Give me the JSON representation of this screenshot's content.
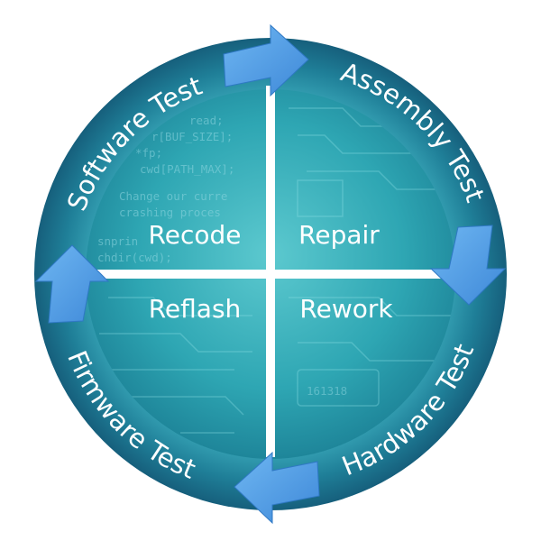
{
  "ring_labels": {
    "top_left": "Software Test",
    "top_right": "Assembly Test",
    "bottom_right": "Hardware Test",
    "bottom_left": "Firmware Test"
  },
  "quadrant_labels": {
    "top_left": "Recode",
    "top_right": "Repair",
    "bottom_left": "Reflash",
    "bottom_right": "Rework"
  },
  "code_lines": [
    "read;",
    "r[BUF_SIZE];",
    "*fp;",
    "cwd[PATH_MAX];",
    "Change our curre",
    "crashing proces",
    "snprin",
    "chdir(cwd);"
  ],
  "chip_label": "161318",
  "colors": {
    "ring": "#2a8ea8",
    "arrow": "#4f9ee8",
    "center": "#2aa9b5",
    "divider": "#ffffff"
  }
}
